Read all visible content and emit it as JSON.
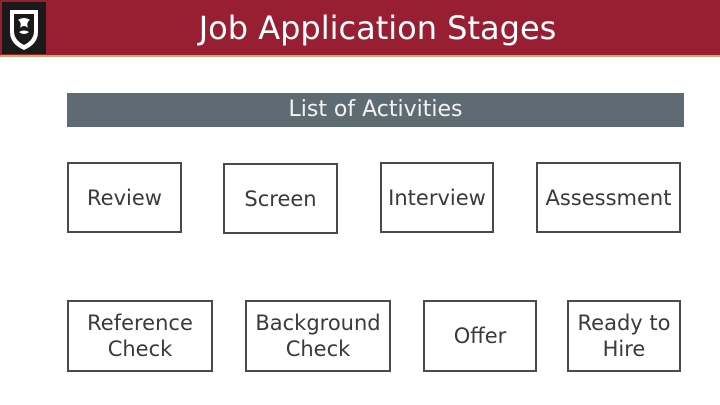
{
  "header": {
    "title": "Job Application Stages"
  },
  "activities_bar": {
    "label": "List of Activities"
  },
  "stages": {
    "review": "Review",
    "screen": "Screen",
    "interview": "Interview",
    "assessment": "Assessment",
    "reference_check": "Reference\nCheck",
    "background_check": "Background\nCheck",
    "offer": "Offer",
    "ready_to_hire": "Ready to\nHire"
  },
  "colors": {
    "header": "#981e32",
    "bar": "#5f6b73",
    "border": "#4a4a4a",
    "accent_line": "#c9a86a"
  }
}
